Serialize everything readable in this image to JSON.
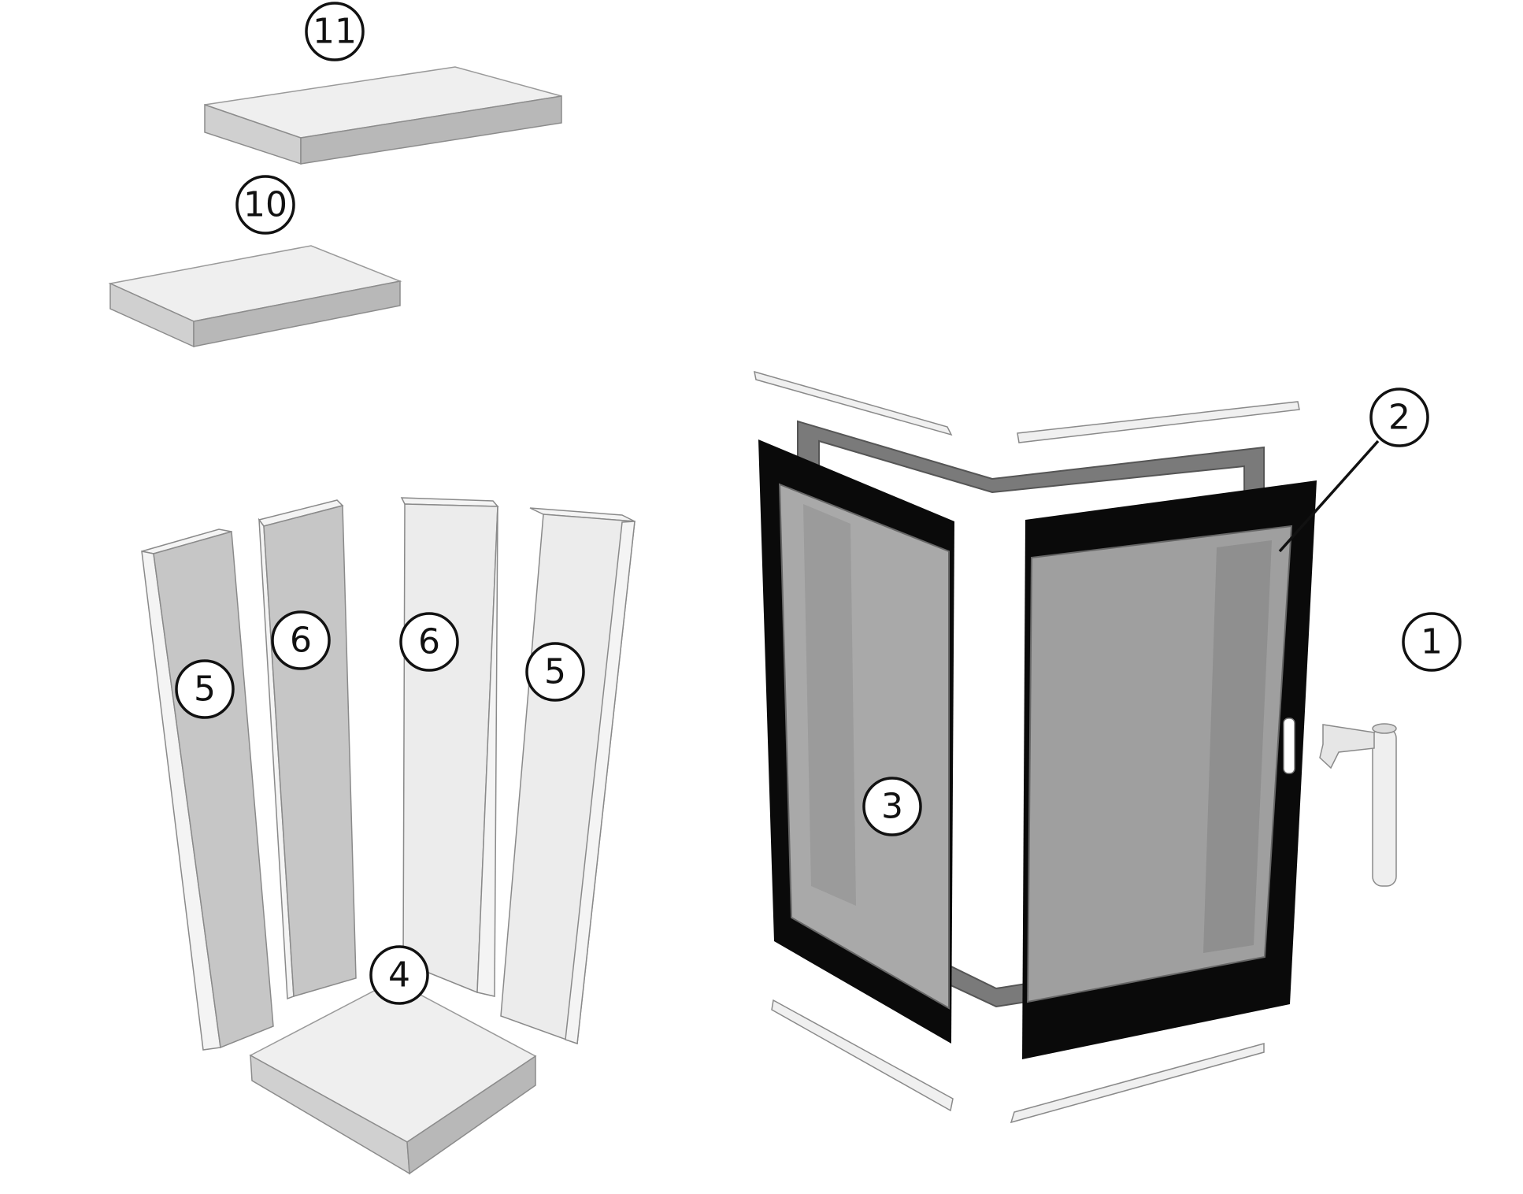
{
  "diagram": {
    "callouts": [
      {
        "id": "1",
        "label": "1"
      },
      {
        "id": "2",
        "label": "2"
      },
      {
        "id": "3",
        "label": "3"
      },
      {
        "id": "4",
        "label": "4"
      },
      {
        "id": "5a",
        "label": "5"
      },
      {
        "id": "5b",
        "label": "5"
      },
      {
        "id": "6a",
        "label": "6"
      },
      {
        "id": "6b",
        "label": "6"
      },
      {
        "id": "10",
        "label": "10"
      },
      {
        "id": "11",
        "label": "11"
      }
    ],
    "colors": {
      "frame_black": "#0a0a0a",
      "frame_gray": "#6e6e6e",
      "glass": "#a9a9a9",
      "brick_light": "#ececec",
      "brick_dark": "#c6c6c6"
    }
  }
}
